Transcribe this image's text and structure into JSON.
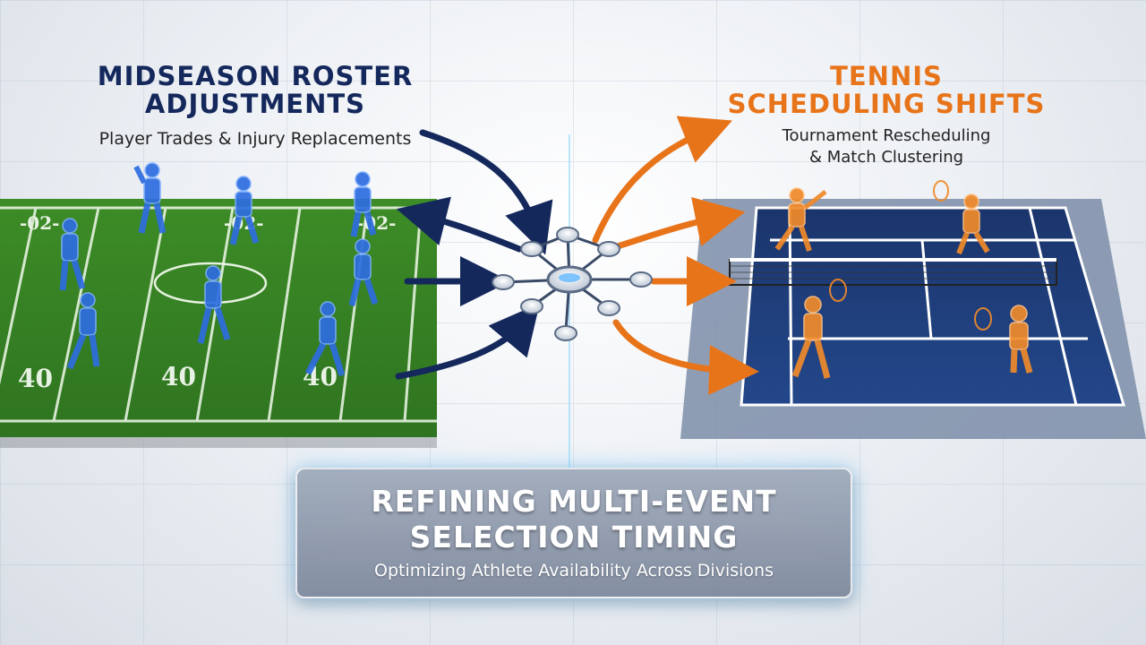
{
  "left": {
    "title_line1": "MIDSEASON ROSTER",
    "title_line2": "ADJUSTMENTS",
    "subtitle": "Player Trades & Injury Replacements"
  },
  "right": {
    "title_line1": "TENNIS",
    "title_line2": "SCHEDULING SHIFTS",
    "subtitle_line1": "Tournament Rescheduling",
    "subtitle_line2": "& Match Clustering"
  },
  "field": {
    "yard_labels": [
      "-02-",
      "-02-",
      "-02-",
      "40",
      "40",
      "40"
    ]
  },
  "panel": {
    "title_line1": "REFINING MULTI-EVENT",
    "title_line2": "SELECTION TIMING",
    "subtitle": "Optimizing Athlete Availability Across Divisions"
  },
  "colors": {
    "navy": "#14285c",
    "orange": "#e8741a",
    "field_green": "#3f8a2a",
    "court_blue": "#1f3f7a",
    "player_blue": "#2e6de0",
    "player_orange": "#f08a2a"
  }
}
